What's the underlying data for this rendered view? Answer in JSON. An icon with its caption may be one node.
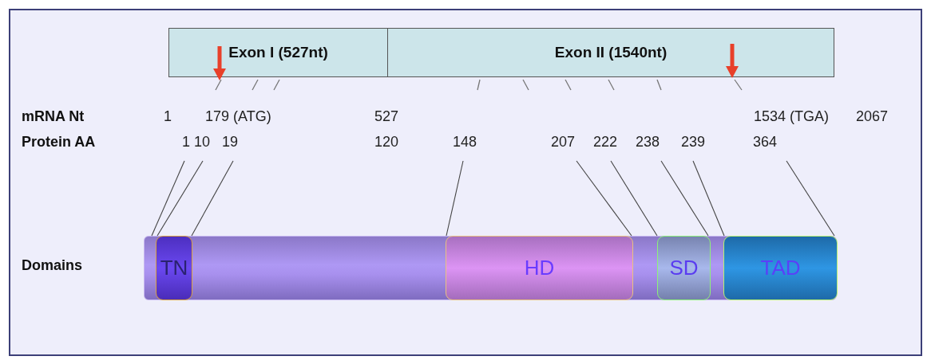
{
  "diagram": {
    "nodes": [
      {
        "text": [
          "Exon I (527nt)"
        ]
      },
      {
        "text": [
          "Exon II (1540nt)"
        ]
      },
      {
        "text": [
          "1"
        ]
      },
      {
        "text": [
          "10"
        ]
      },
      {
        "text": [
          "19"
        ]
      },
      {
        "text": [
          "148"
        ]
      },
      {
        "text": [
          "207"
        ]
      },
      {
        "text": [
          "222"
        ]
      },
      {
        "text": [
          "238"
        ]
      },
      {
        "text": [
          "239"
        ]
      },
      {
        "text": [
          "364"
        ]
      },
      {
        "text": [],
        "shape": "bar"
      },
      {
        "text": [
          "TN"
        ],
        "in": 11
      },
      {
        "text": [
          "HD"
        ],
        "in": 11
      },
      {
        "text": [
          "SD"
        ],
        "in": 11
      },
      {
        "text": [
          "TAD"
        ],
        "in": 11
      }
    ],
    "edges": [
      {
        "from": 2,
        "to": 11,
        "arrow": "none"
      },
      {
        "from": 3,
        "to": 12,
        "arrow": "none"
      },
      {
        "from": 4,
        "to": 12,
        "arrow": "none"
      },
      {
        "from": 5,
        "to": 13,
        "arrow": "none"
      },
      {
        "from": 6,
        "to": 13,
        "arrow": "none"
      },
      {
        "from": 7,
        "to": 14,
        "arrow": "none"
      },
      {
        "from": 8,
        "to": 14,
        "arrow": "none"
      },
      {
        "from": 9,
        "to": 15,
        "arrow": "none"
      },
      {
        "from": 10,
        "to": 15,
        "arrow": "none"
      }
    ],
    "labels": [
      "mRNA Nt",
      "1",
      "179 (ATG)",
      "527",
      "1534 (TGA)",
      "2067",
      "Protein AA",
      "120",
      "Domains"
    ]
  }
}
